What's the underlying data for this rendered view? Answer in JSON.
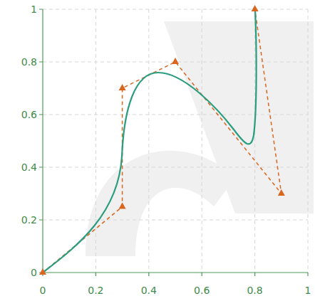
{
  "diagram": {
    "labels": [
      "1",
      "0.8",
      "0.6",
      "0.4",
      "0.2",
      "0",
      "0",
      "0.2",
      "0.4",
      "0.6",
      "0.8",
      "1"
    ]
  }
}
